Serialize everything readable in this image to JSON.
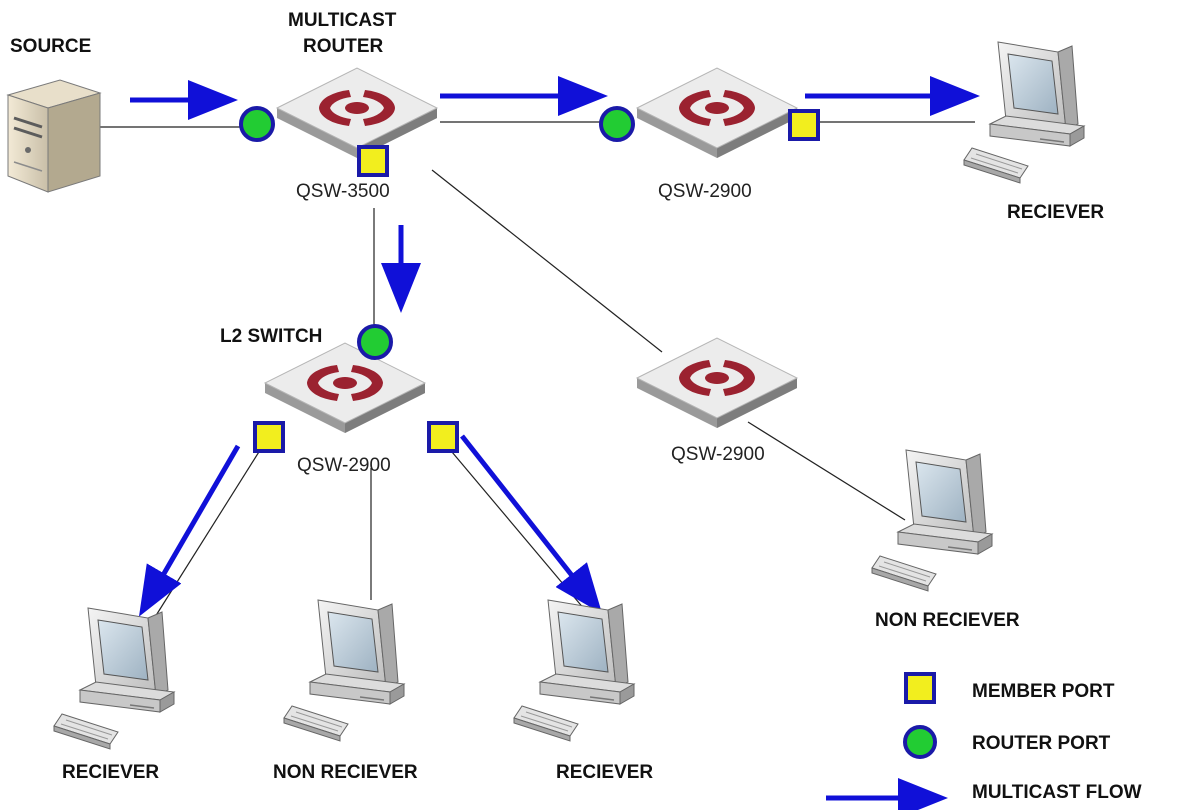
{
  "colors": {
    "flow": "#1010d8",
    "router_port": "#22cc33",
    "member_port": "#f2ee1e",
    "port_border": "#1a1aa8",
    "switch_logo": "#9b2230"
  },
  "labels": {
    "source": "SOURCE",
    "router_line1": "MULTICAST",
    "router_line2": "ROUTER",
    "l2switch": "L2 SWITCH",
    "receiver_top": "RECIEVER",
    "receiver_left": "RECIEVER",
    "receiver_right": "RECIEVER",
    "non_receiver_mid": "NON RECIEVER",
    "non_receiver_right": "NON RECIEVER"
  },
  "devices": {
    "core_model": "QSW-3500",
    "top_switch_model": "QSW-2900",
    "l2_switch_model": "QSW-2900",
    "right_switch_model": "QSW-2900"
  },
  "legend": {
    "member_port": "MEMBER PORT",
    "router_port": "ROUTER PORT",
    "multicast_flow": "MULTICAST FLOW"
  },
  "icons": {
    "source": "server-icon",
    "switch": "switch-icon",
    "receiver": "computer-icon",
    "router_port": "green-circle",
    "member_port": "yellow-square"
  }
}
